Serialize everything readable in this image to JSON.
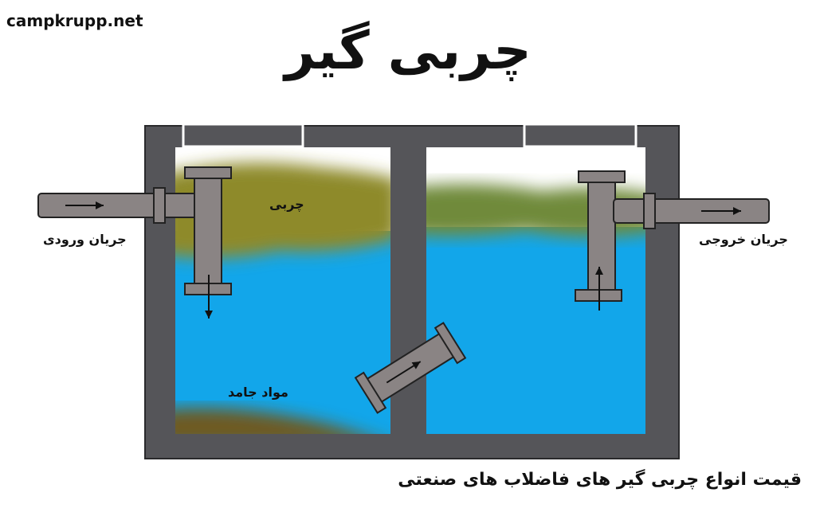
{
  "site": "campkrupp.net",
  "title": "چربی گیر",
  "caption": "قیمت انواع چربی گیر های فاضلاب های صنعتی",
  "labels": {
    "inlet": "جریان ورودی",
    "outlet": "جریان خروجی",
    "grease": "چربی",
    "solids": "مواد جامد"
  },
  "colors": {
    "tank_wall": "#555559",
    "water": "#12a6ea",
    "grease_layer": "#8e8a2a",
    "pipe": "#8a8484",
    "sediment": "#6e5a22"
  }
}
